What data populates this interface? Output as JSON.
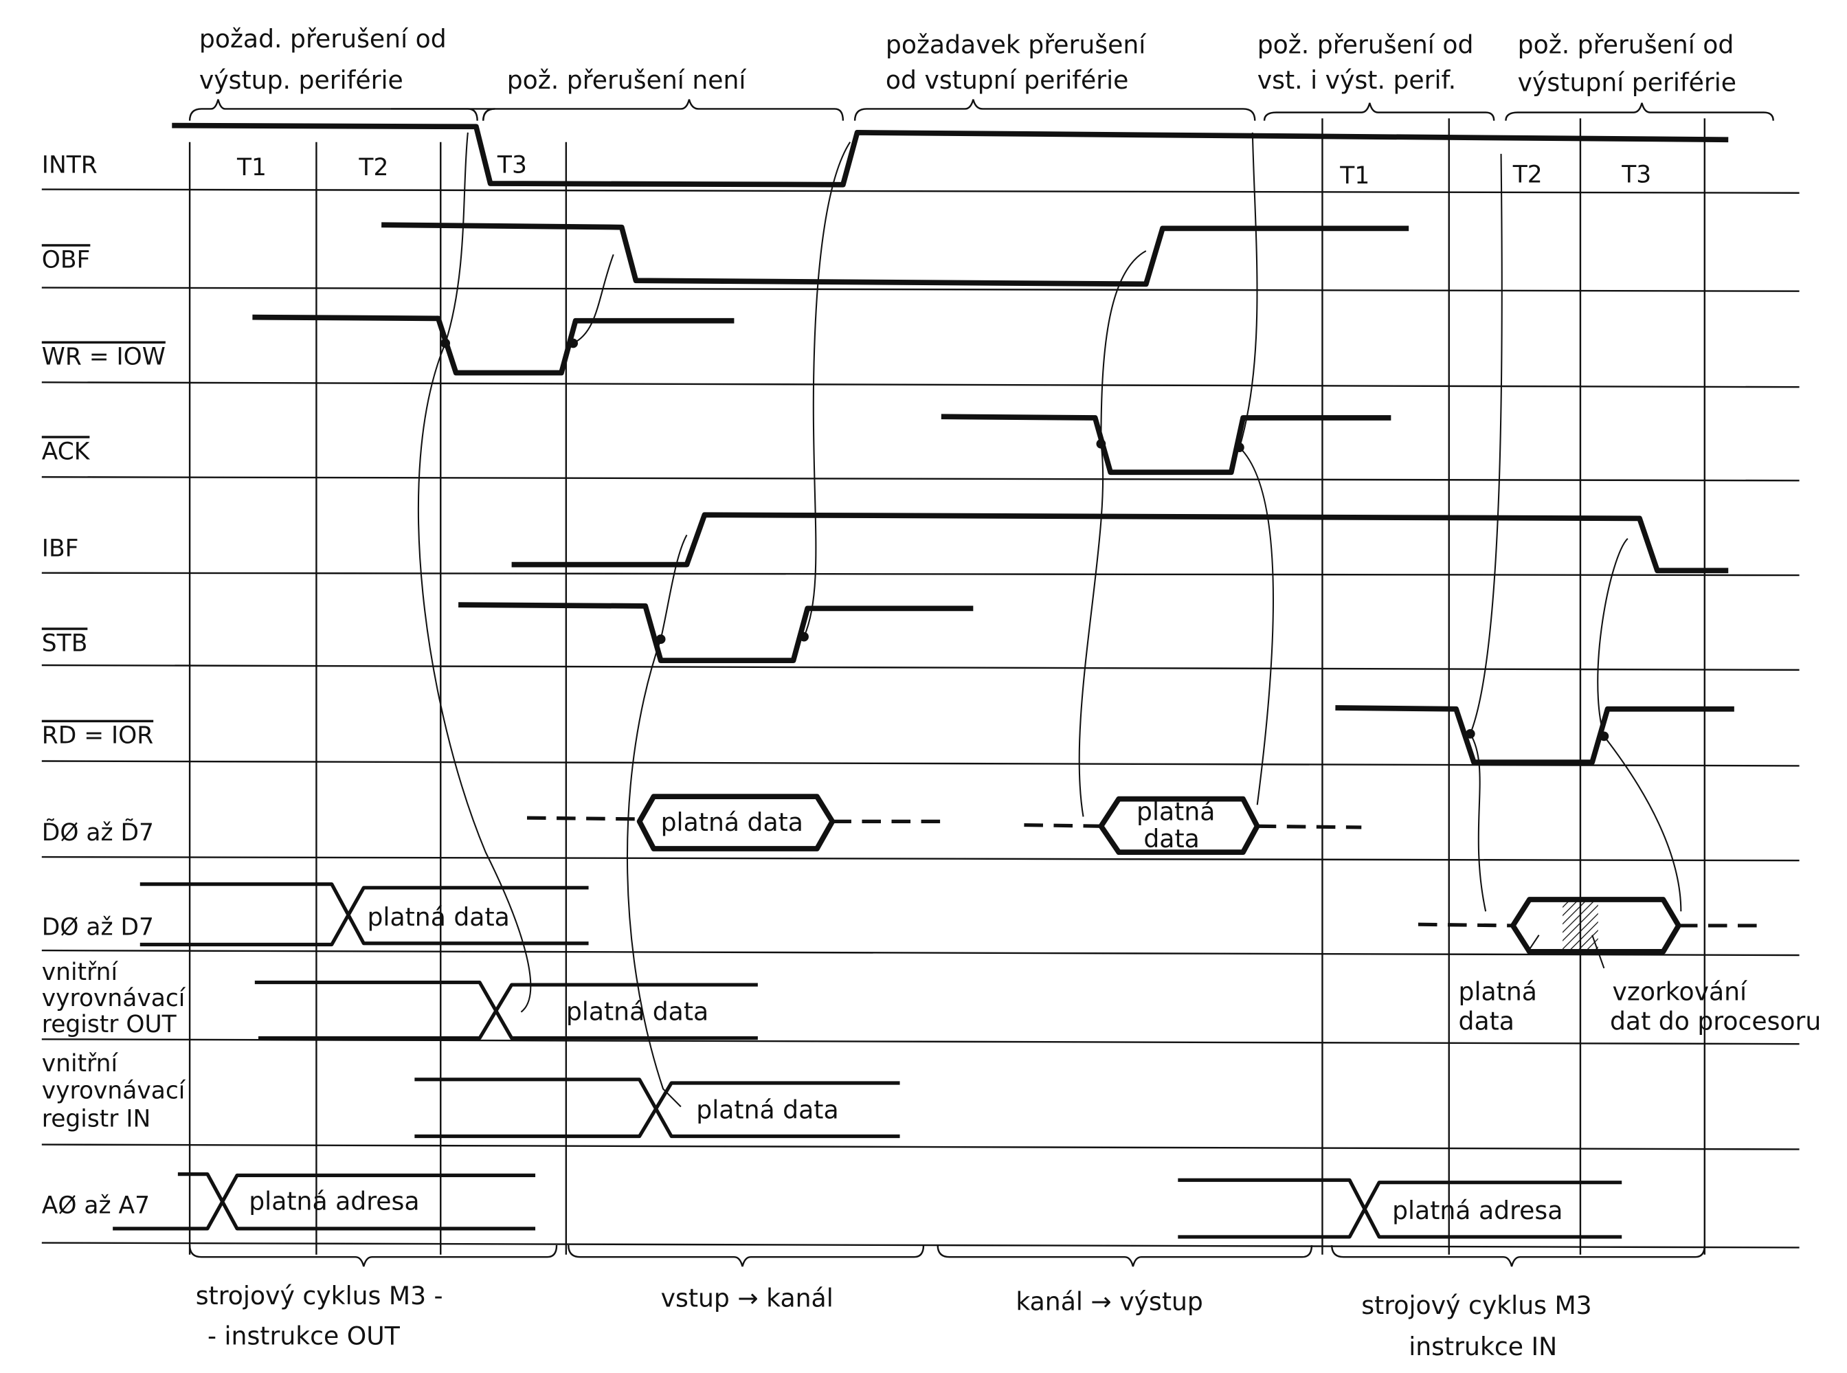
{
  "signals": [
    "INTR",
    "OBF",
    "WR = IOW",
    "ACK",
    "IBF",
    "STB",
    "RD = IOR",
    "D̃Ø až D̃7",
    "DØ až D7",
    "vnitřní",
    "vyrovnávací",
    "registr OUT",
    "vnitřní",
    "vyrovnávací",
    "registr IN",
    "AØ až A7"
  ],
  "top_annotations": [
    [
      "požad. přerušení od",
      "výstup. periférie"
    ],
    [
      "pož. přerušení není"
    ],
    [
      "požadavek přerušení",
      "od vstupní periférie"
    ],
    [
      "pož. přerušení od",
      "vst. i výst. perif."
    ],
    [
      "pož. přerušení od",
      "výstupní periférie"
    ]
  ],
  "clock_labels": {
    "left": [
      "T1",
      "T2",
      "T3"
    ],
    "right": [
      "T1",
      "T2",
      "T3"
    ]
  },
  "data_labels": {
    "valid_data": "platná data",
    "valid_data_l1": "platná",
    "valid_data_l2": "data",
    "valid_address": "platná adresa",
    "sampling_l1": "vzorkování",
    "sampling_l2": "dat do procesoru"
  },
  "bottom_annotations": [
    [
      "strojový cyklus M3 -",
      "- instrukce OUT"
    ],
    [
      "vstup → kanál"
    ],
    [
      "kanál → výstup"
    ],
    [
      "strojový cyklus M3",
      "instrukce IN"
    ]
  ]
}
